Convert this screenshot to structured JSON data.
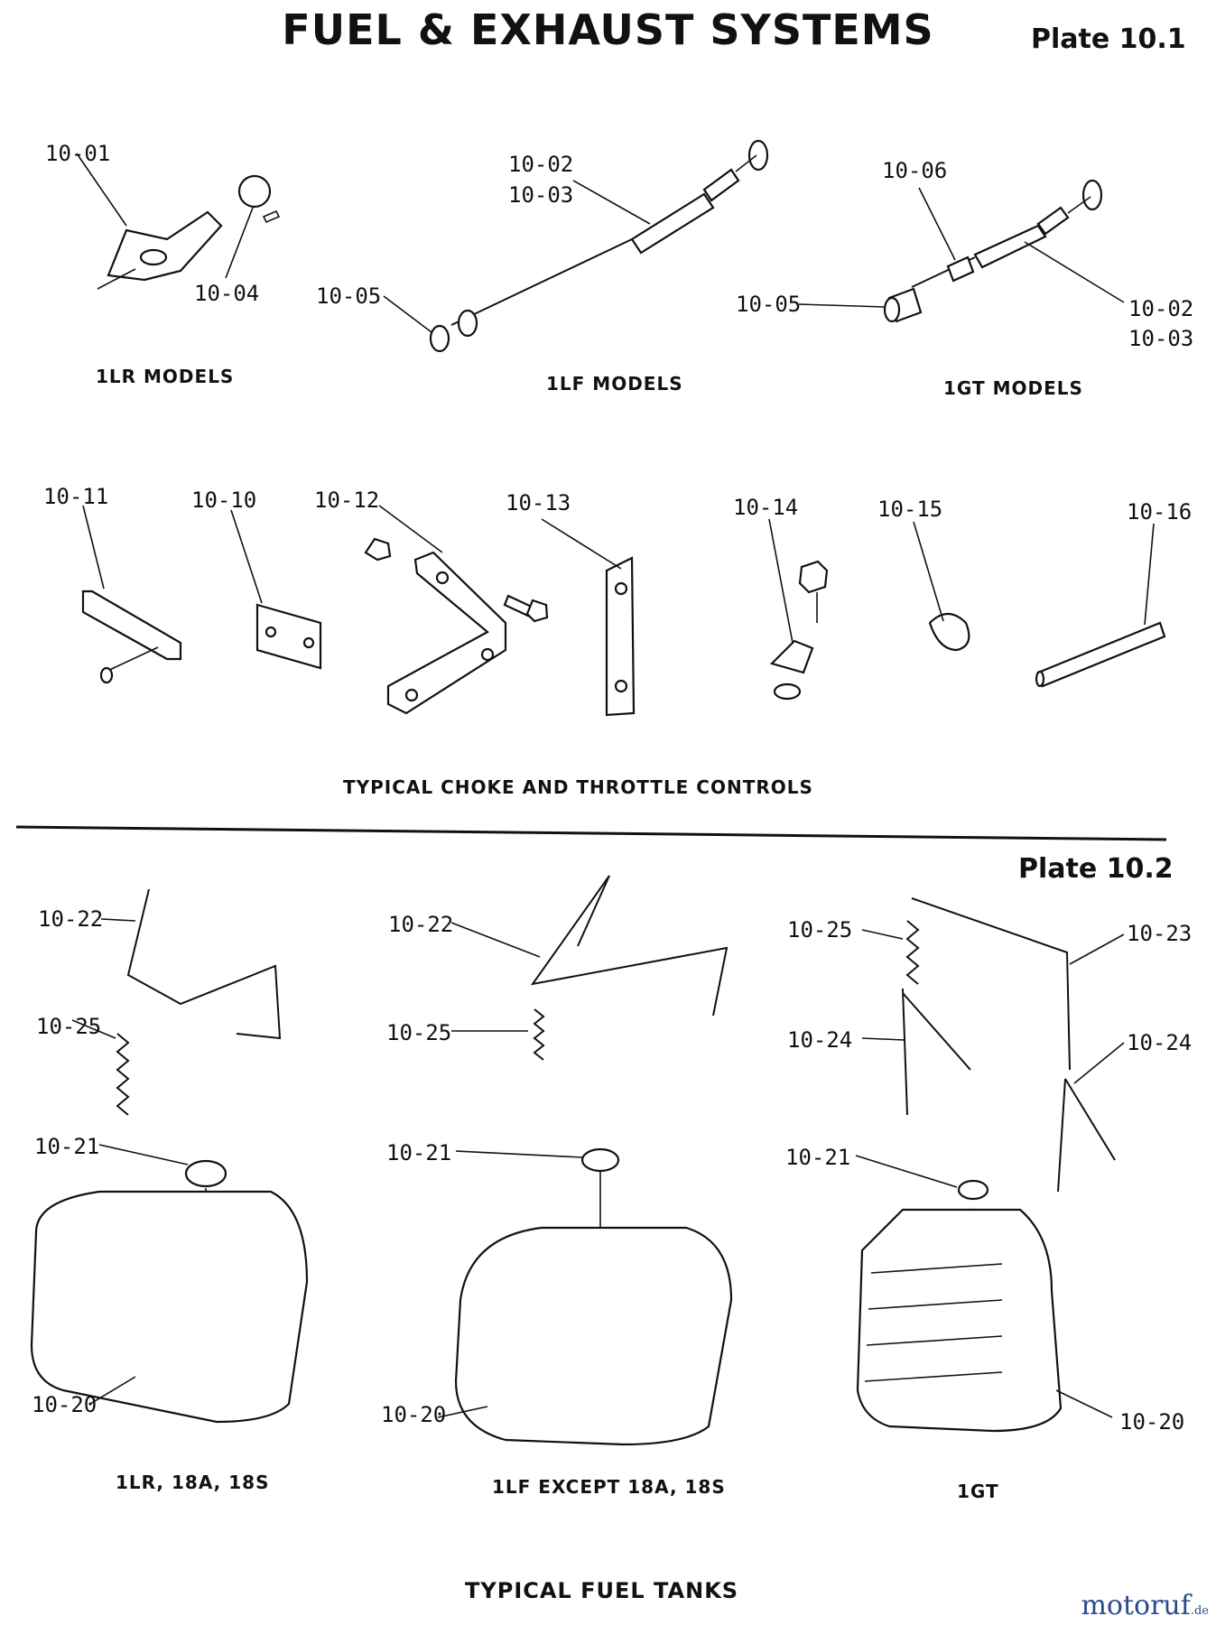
{
  "header": {
    "title": "FUEL & EXHAUST SYSTEMS",
    "plate1": "Plate 10.1",
    "plate2": "Plate 10.2"
  },
  "labels": {
    "p1001": "10-01",
    "p1004": "10-04",
    "p1002a": "10-02",
    "p1003a": "10-03",
    "p1005a": "10-05",
    "p1006": "10-06",
    "p1005b": "10-05",
    "p1002b": "10-02",
    "p1003b": "10-03",
    "p1011": "10-11",
    "p1010": "10-10",
    "p1012": "10-12",
    "p1013": "10-13",
    "p1014": "10-14",
    "p1015": "10-15",
    "p1016": "10-16",
    "p1022a": "10-22",
    "p1025a": "10-25",
    "p1021a": "10-21",
    "p1020a": "10-20",
    "p1022b": "10-22",
    "p1025b": "10-25",
    "p1021b": "10-21",
    "p1020b": "10-20",
    "p1025c": "10-25",
    "p1023": "10-23",
    "p1024a": "10-24",
    "p1024b": "10-24",
    "p1021c": "10-21",
    "p1020c": "10-20"
  },
  "captions": {
    "lr_models": "1LR MODELS",
    "lf_models": "1LF MODELS",
    "gt_models": "1GT MODELS",
    "controls": "TYPICAL CHOKE AND THROTTLE CONTROLS",
    "tank1": "1LR, 18A, 18S",
    "tank2": "1LF EXCEPT 18A, 18S",
    "tank3": "1GT",
    "tanks": "TYPICAL FUEL TANKS"
  },
  "watermark": {
    "brand": "motoruf",
    "tld": ".de"
  }
}
